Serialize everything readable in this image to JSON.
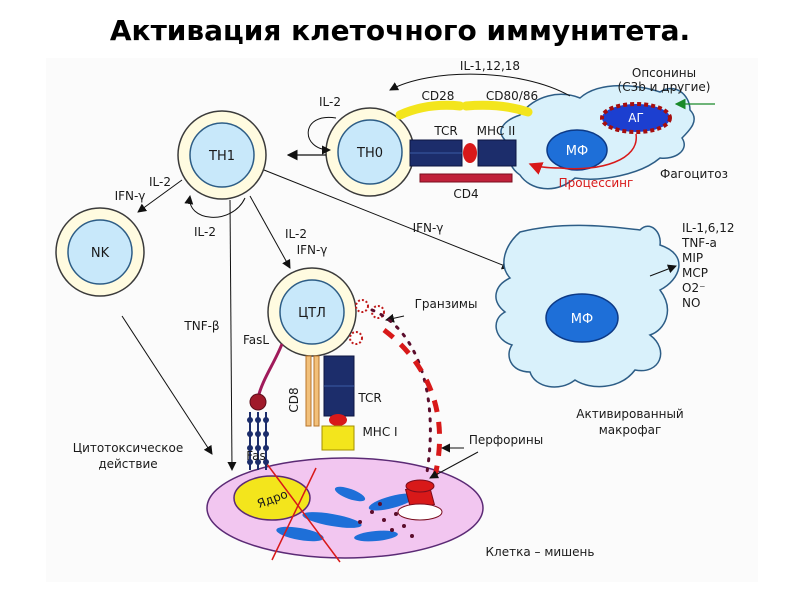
{
  "title": "Активация клеточного иммунитета.",
  "cells": {
    "th1": "TH1",
    "th0": "TH0",
    "nk": "NK",
    "ctl": "ЦТЛ",
    "mf_top": "МФ",
    "mf_bottom": "МФ",
    "nucleus": "Ядро",
    "ag": "АГ"
  },
  "labels": {
    "il_1_12_18": "IL-1,12,18",
    "opsonins_line1": "Опсонины",
    "opsonins_line2": "(C3b и другие)",
    "il2_a": "IL-2",
    "cd28": "CD28",
    "cd80_86": "CD80/86",
    "tcr_top": "TCR",
    "mhc2": "MHC II",
    "cd4": "CD4",
    "processing": "Процессинг",
    "phagocytosis": "Фагоцитоз",
    "il2_nk": "IL-2",
    "ifng_nk": "IFN-γ",
    "il2_loop": "IL-2",
    "il2_ctl": "IL-2",
    "ifng_ctl": "IFN-γ",
    "ifng_mf": "IFN-γ",
    "cytokines": [
      "IL-1,6,12",
      "TNF-a",
      "MIP",
      "MCP",
      "O2⁻",
      "NO"
    ],
    "tnf_b": "TNF-β",
    "fasl": "FasL",
    "granzymes": "Гранзимы",
    "cd8": "CD8",
    "tcr_ctl": "TCR",
    "mhc1": "MHC I",
    "activated_mf_line1": "Активированный",
    "activated_mf_line2": "макрофаг",
    "cytotoxic_line1": "Цитотоксическое",
    "cytotoxic_line2": "действие",
    "fas": "Fas",
    "perforins": "Перфорины",
    "target_cell": "Клетка – мишень"
  },
  "colors": {
    "cell_fill": "#fffbe0",
    "nucleus_fill": "#c8e8fa",
    "macrophage_fill": "#d9f1fb",
    "target_fill": "#f2c6f0",
    "yellow": "#f3e51c",
    "dark_blue": "#1c2d6b",
    "red": "#d81919"
  }
}
